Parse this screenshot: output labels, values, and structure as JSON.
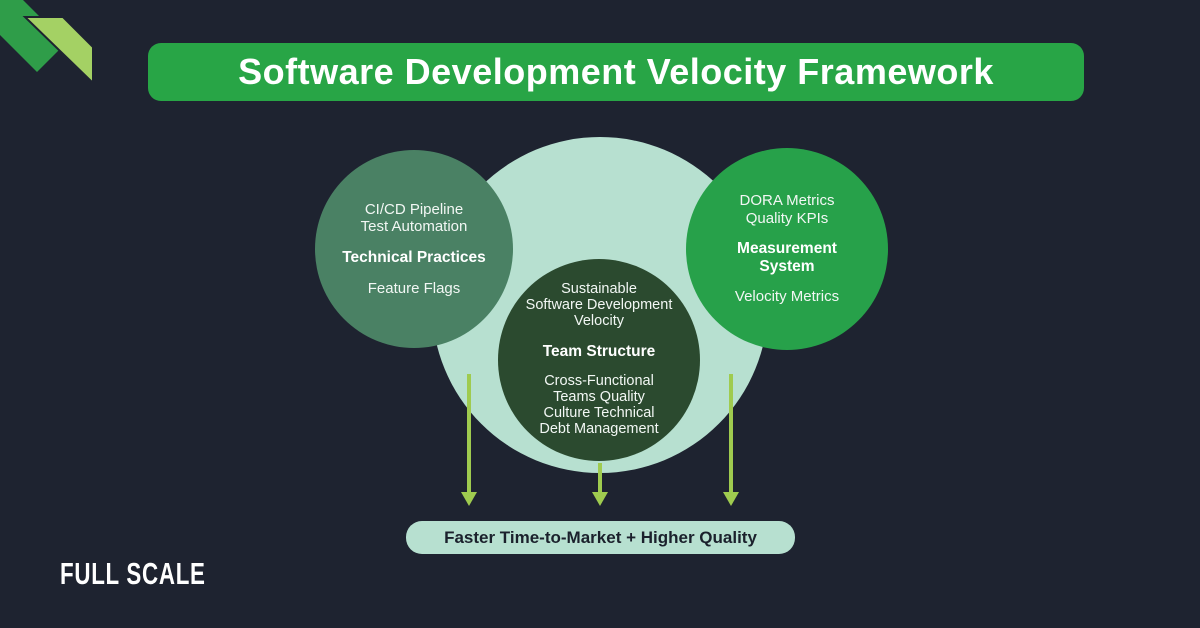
{
  "header": {
    "title": "Software Development Velocity Framework"
  },
  "circles": {
    "left": {
      "top_lines": [
        "CI/CD Pipeline",
        "Test Automation"
      ],
      "heading_lines": [
        "Technical Practices"
      ],
      "bottom_lines": [
        "Feature Flags"
      ]
    },
    "center": {
      "top_lines": [
        "Sustainable",
        "Software Development",
        "Velocity"
      ],
      "heading_lines": [
        "Team Structure"
      ],
      "bottom_lines": [
        "Cross-Functional",
        "Teams Quality",
        "Culture Technical",
        "Debt Management"
      ]
    },
    "right": {
      "top_lines": [
        "DORA Metrics",
        "Quality KPIs"
      ],
      "heading_lines": [
        "Measurement",
        "System"
      ],
      "bottom_lines": [
        "Velocity Metrics"
      ]
    }
  },
  "outcome": {
    "label": "Faster Time-to-Market + Higher Quality"
  },
  "brand": {
    "logo": "FULL SCALE"
  },
  "colors": {
    "background": "#1e2330",
    "title_banner": "#28a546",
    "left_circle": "#4a8164",
    "center_outer_circle": "#b7e0d0",
    "center_inner_circle": "#2b4a2f",
    "right_circle": "#27a14a",
    "arrow": "#9fcb4f",
    "outcome_banner_bg": "#b7e0d0",
    "outcome_banner_text": "#1b212c",
    "ribbon_dark": "#2f9d49",
    "ribbon_light": "#a4d164"
  }
}
